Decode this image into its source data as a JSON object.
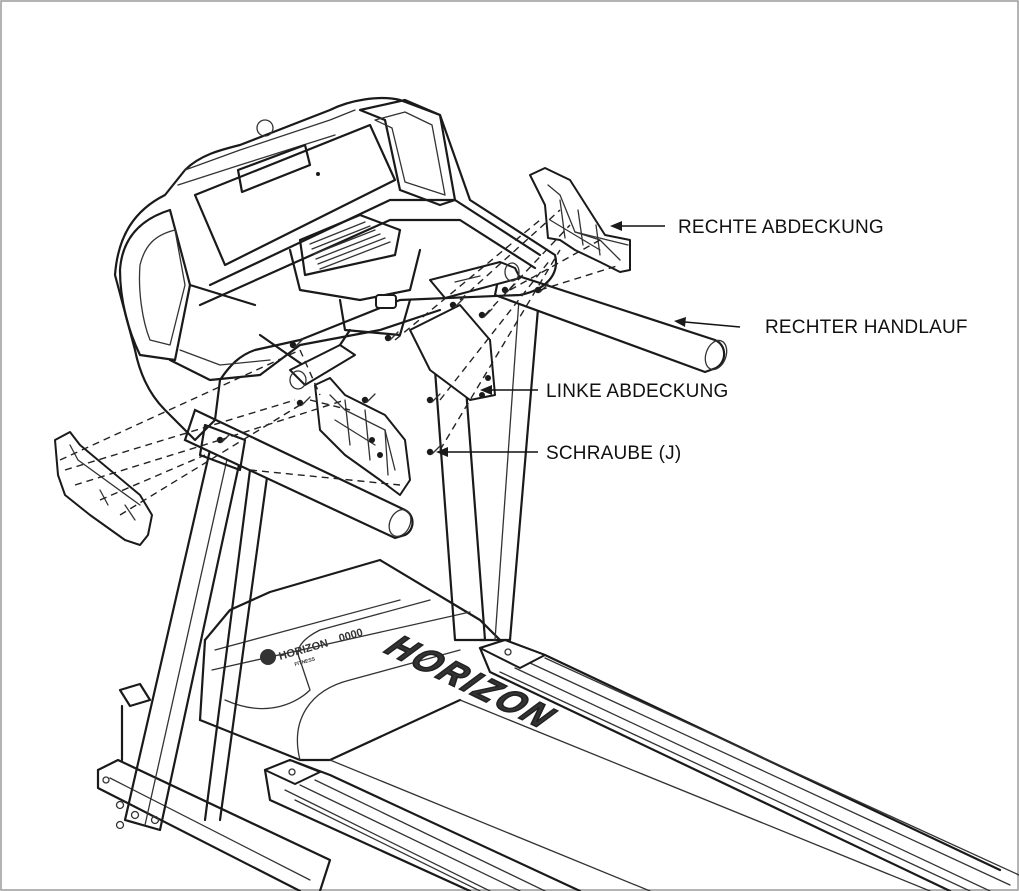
{
  "labels": {
    "right_cover": "RECHTE ABDECKUNG",
    "right_handrail": "RECHTER HANDLAUF",
    "left_cover": "LINKE ABDECKUNG",
    "screw": "SCHRAUBE (J)"
  },
  "branding": {
    "hood_logo": "HORIZON",
    "hood_model": "0000",
    "hood_sub": "FITNESS",
    "deck_logo": "HORIZON"
  },
  "colors": {
    "line": "#1a1a1a",
    "background": "#ffffff",
    "frame": "#9a9a9a"
  }
}
